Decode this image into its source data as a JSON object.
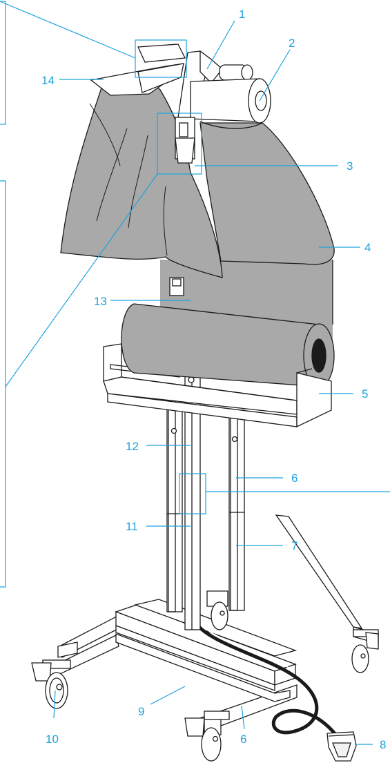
{
  "colors": {
    "leader": "#1ba3dc",
    "outline": "#1a1a1a",
    "film": "#a9a9a9",
    "film_dark": "#8c8c8c",
    "metal": "#ffffff"
  },
  "callouts": [
    {
      "id": "c1",
      "label": "1"
    },
    {
      "id": "c2",
      "label": "2"
    },
    {
      "id": "c3",
      "label": "3"
    },
    {
      "id": "c4",
      "label": "4"
    },
    {
      "id": "c5",
      "label": "5"
    },
    {
      "id": "c6a",
      "label": "6"
    },
    {
      "id": "c6b",
      "label": "6"
    },
    {
      "id": "c7",
      "label": "7"
    },
    {
      "id": "c8",
      "label": "8"
    },
    {
      "id": "c9",
      "label": "9"
    },
    {
      "id": "c10",
      "label": "10"
    },
    {
      "id": "c11",
      "label": "11"
    },
    {
      "id": "c12",
      "label": "12"
    },
    {
      "id": "c13",
      "label": "13"
    },
    {
      "id": "c14",
      "label": "14"
    }
  ]
}
